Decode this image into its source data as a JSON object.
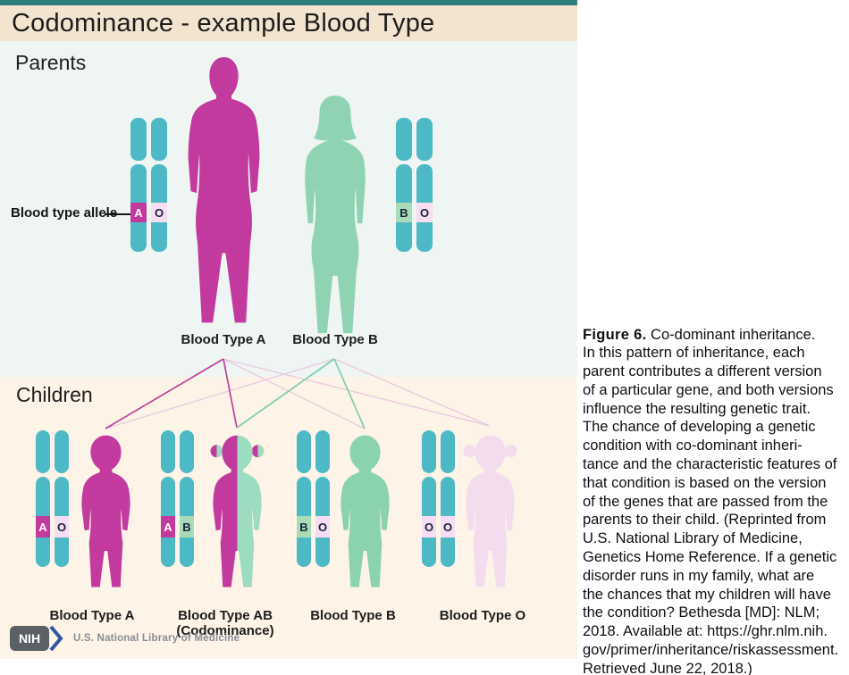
{
  "figure": {
    "title": "Codominance - example Blood Type",
    "sections": {
      "parents_label": "Parents",
      "children_label": "Children"
    },
    "allele_pointer_label": "Blood type allele",
    "parents": [
      {
        "blood_type_label": "Blood Type A",
        "alleles": [
          "A",
          "O"
        ]
      },
      {
        "blood_type_label": "Blood Type B",
        "alleles": [
          "B",
          "O"
        ]
      }
    ],
    "children": [
      {
        "blood_type_label": "Blood Type A",
        "sub_label": "",
        "alleles": [
          "A",
          "O"
        ]
      },
      {
        "blood_type_label": "Blood Type AB",
        "sub_label": "(Codominance)",
        "alleles": [
          "A",
          "B"
        ]
      },
      {
        "blood_type_label": "Blood Type B",
        "sub_label": "",
        "alleles": [
          "B",
          "O"
        ]
      },
      {
        "blood_type_label": "Blood Type O",
        "sub_label": "",
        "alleles": [
          "O",
          "O"
        ]
      }
    ],
    "footer": {
      "nih_logo": "NIH",
      "nih_text": "U.S. National Library of Medicine"
    },
    "colors": {
      "top_strip": "#2c7f7b",
      "title_bar_bg": "#f3e4d0",
      "parents_bg": "#eef5f2",
      "children_bg": "#fdf3e6",
      "chromosome_teal": "#4cb9c5",
      "magenta": "#c23a9e",
      "green": "#8fd3b2",
      "pale_pink": "#f3dcee",
      "allele_o_bg": "#f7ddf1",
      "allele_b_bg": "#a9dcb6",
      "nih_blue": "#2f56a5",
      "nih_gray": "#5b6066"
    }
  },
  "caption": {
    "figure_label": "Figure 6.",
    "lines": [
      " Co-dominant inheritance.",
      "In this pattern of inheritance, each",
      "parent contributes a different version",
      "of a particular gene, and both versions",
      "influence the resulting genetic trait.",
      "The chance of developing a genetic",
      "condition with co-dominant inheri-",
      "tance and the characteristic features of",
      "that condition is based on the version",
      "of the genes that are passed from the",
      "parents to their child. (Reprinted from",
      "U.S. National Library of Medicine,",
      "Genetics Home Reference. If a genetic",
      "disorder runs in my family, what are",
      "the chances that my children will have",
      "the condition? Bethesda [MD]: NLM;",
      "2018. Available at: https://ghr.nlm.nih.",
      "gov/primer/inheritance/riskassessment.",
      "Retrieved June 22, 2018.)"
    ]
  }
}
